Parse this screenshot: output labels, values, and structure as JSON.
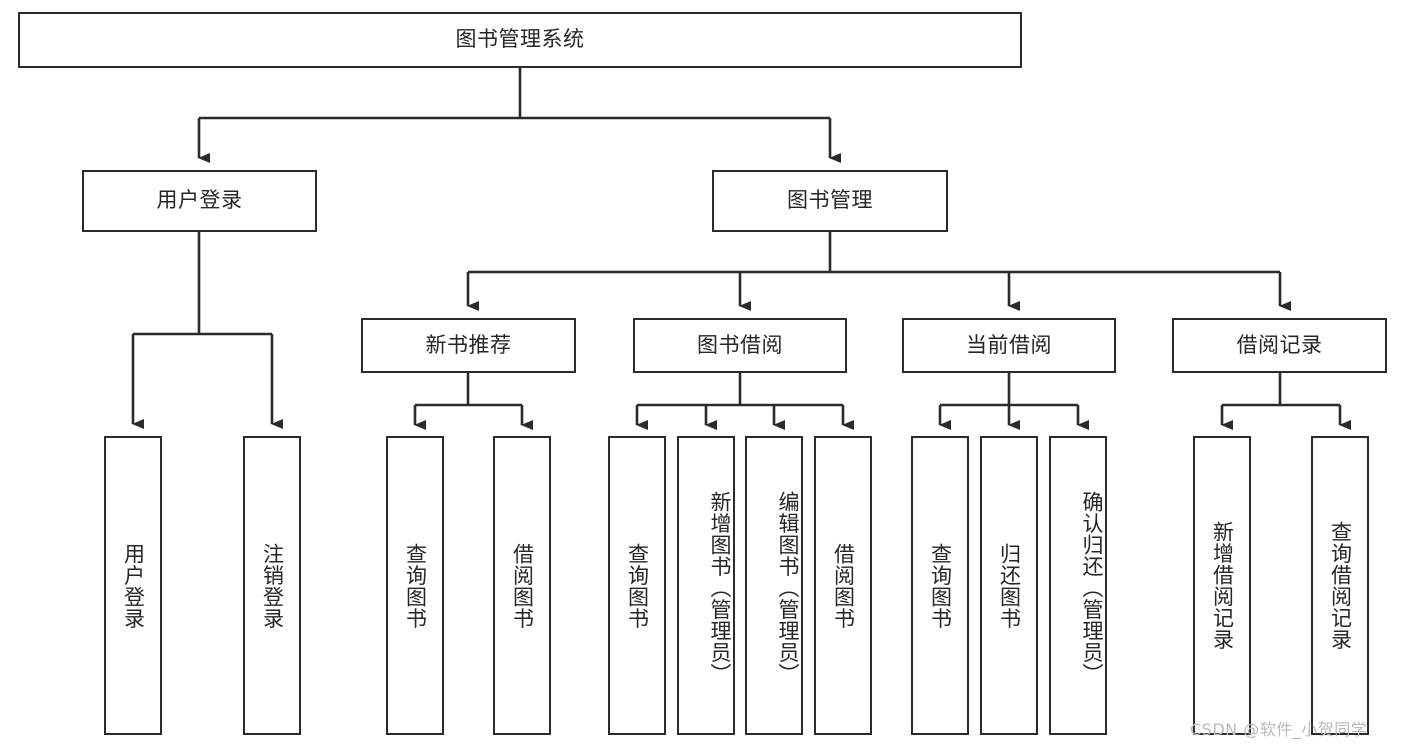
{
  "diagram": {
    "type": "tree",
    "title": "图书管理系统",
    "watermark": "CSDN @软件_小贺同学",
    "stroke_color": "#2b2b2b",
    "background_color": "#ffffff",
    "text_color": "#262626"
  },
  "nodes": {
    "root": {
      "label": "图书管理系统",
      "level": 1
    },
    "l2": [
      {
        "label": "用户登录",
        "level": 2
      },
      {
        "label": "图书管理",
        "level": 2
      }
    ],
    "l3": [
      {
        "label": "新书推荐",
        "level": 3
      },
      {
        "label": "图书借阅",
        "level": 3
      },
      {
        "label": "当前借阅",
        "level": 3
      },
      {
        "label": "借阅记录",
        "level": 3
      }
    ],
    "leaves": [
      {
        "label": "用户登录",
        "parent": "用户登录"
      },
      {
        "label": "注销登录",
        "parent": "用户登录"
      },
      {
        "label": "查询图书",
        "parent": "新书推荐"
      },
      {
        "label": "借阅图书",
        "parent": "新书推荐"
      },
      {
        "label": "查询图书",
        "parent": "图书借阅"
      },
      {
        "label": "新增图书（管理员）",
        "parent": "图书借阅"
      },
      {
        "label": "编辑图书（管理员）",
        "parent": "图书借阅"
      },
      {
        "label": "借阅图书",
        "parent": "图书借阅"
      },
      {
        "label": "查询图书",
        "parent": "当前借阅"
      },
      {
        "label": "归还图书",
        "parent": "当前借阅"
      },
      {
        "label": "确认归还（管理员）",
        "parent": "当前借阅"
      },
      {
        "label": "新增借阅记录",
        "parent": "借阅记录"
      },
      {
        "label": "查询借阅记录",
        "parent": "借阅记录"
      }
    ]
  }
}
